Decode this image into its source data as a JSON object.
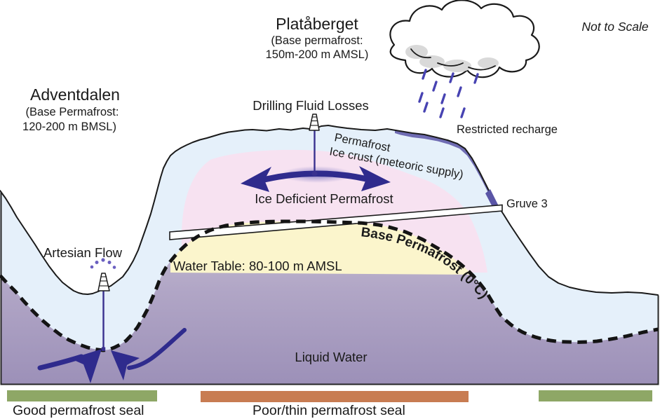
{
  "note": "Not to Scale",
  "locations": {
    "plataberget": {
      "name": "Platåberget",
      "subtitle_line1": "(Base permafrost:",
      "subtitle_line2": "150m-200 m AMSL)"
    },
    "adventdalen": {
      "name": "Adventdalen",
      "subtitle_line1": "(Base Permafrost:",
      "subtitle_line2": "120-200 m BMSL)"
    }
  },
  "labels": {
    "drilling_fluid_losses": "Drilling Fluid Losses",
    "permafrost_ice_crust_line1": "Permafrost",
    "permafrost_ice_crust_line2": "Ice crust (meteoric supply)",
    "restricted_recharge": "Restricted recharge",
    "ice_deficient_permafrost": "Ice Deficient Permafrost",
    "gruve3": "Gruve 3",
    "base_permafrost": "Base Permafrost (0°C)",
    "water_table": "Water Table: 80-100 m AMSL",
    "artesian_flow": "Artesian Flow",
    "liquid_water": "Liquid Water"
  },
  "legend": {
    "good_seal": "Good permafrost seal",
    "poor_seal": "Poor/thin permafrost seal"
  },
  "colors": {
    "label_blue": "#3a34a6",
    "arrow_blue": "#2f2b8d",
    "permafrost_blue": "#e5f0fa",
    "ice_deficient_pink": "#f7e2f1",
    "talik_yellow": "#fbf5cc",
    "recharge_band": "#6f6cb3",
    "recharge_dark": "#5a55a6",
    "good_seal_green": "#8ea766",
    "poor_seal_orange": "#c87c52"
  }
}
